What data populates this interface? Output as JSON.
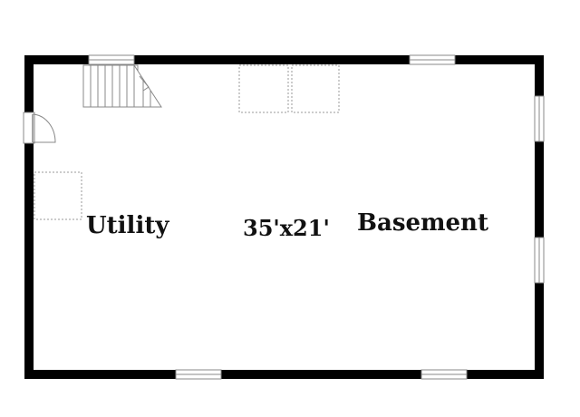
{
  "floorplan": {
    "labels": {
      "utility": "Utility",
      "dimensions": "35'x21'",
      "basement": "Basement"
    },
    "colors": {
      "wall": "#000000",
      "fixture_line": "#888888",
      "window_fill": "#ffffff",
      "background": "#ffffff"
    }
  }
}
